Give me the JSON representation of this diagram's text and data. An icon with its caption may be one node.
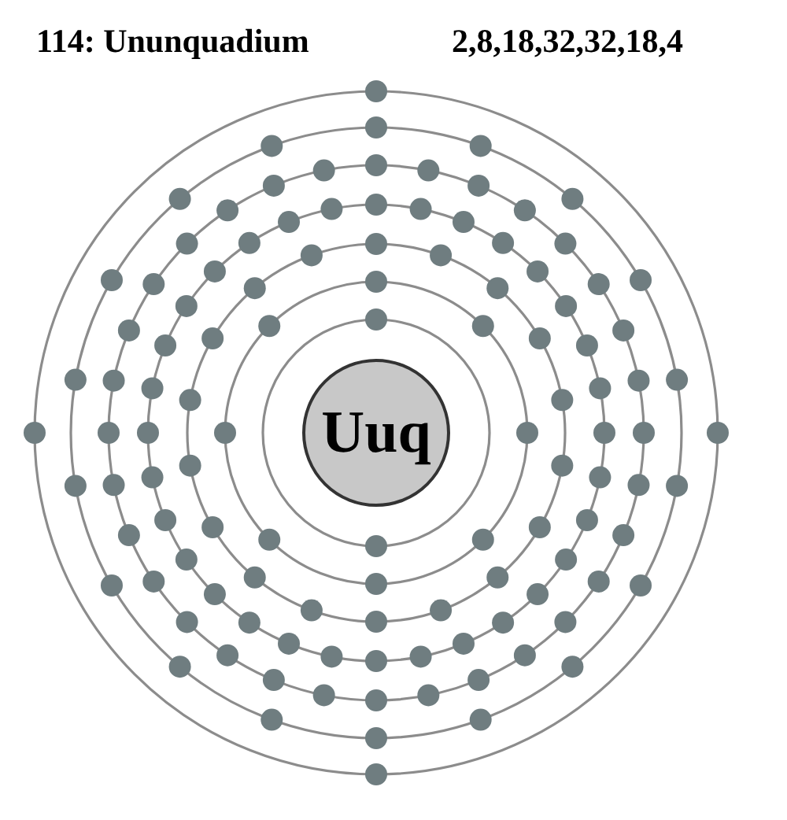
{
  "diagram": {
    "title": "114: Ununquadium",
    "nodes": [
      {
        "text": [
          "Uuq"
        ]
      }
    ],
    "edges": [],
    "labels": [
      "2,8,18,32,32,18,4"
    ]
  }
}
